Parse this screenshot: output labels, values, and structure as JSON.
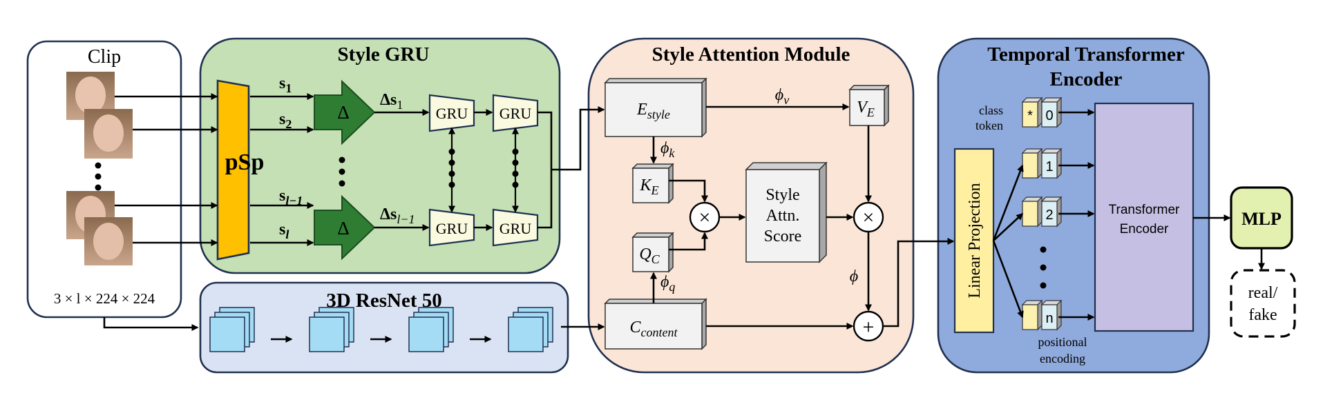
{
  "clip": {
    "title": "Clip",
    "dims": "3 × l × 224 × 224"
  },
  "style_gru": {
    "title": "Style GRU",
    "psp": "pSp",
    "s1": "s",
    "s1_sub": "1",
    "s2": "s",
    "s2_sub": "2",
    "sl1": "s",
    "sl1_sub": "l−1",
    "sl": "s",
    "sl_sub": "l",
    "delta": "Δ",
    "ds1": "Δs",
    "ds1_sub": "1",
    "dsl1": "Δs",
    "dsl1_sub": "l−1",
    "gru": "GRU"
  },
  "resnet": {
    "title": "3D ResNet 50"
  },
  "attention": {
    "title": "Style Attention Module",
    "e_style": "E",
    "e_style_sub": "style",
    "phi_v": "ϕ",
    "phi_v_sub": "v",
    "v_e": "V",
    "v_e_sub": "E",
    "phi_k": "ϕ",
    "phi_k_sub": "k",
    "k_e": "K",
    "k_e_sub": "E",
    "q_c": "Q",
    "q_c_sub": "C",
    "phi_q": "ϕ",
    "phi_q_sub": "q",
    "c_content": "C",
    "c_content_sub": "content",
    "score_line1": "Style",
    "score_line2": "Attn.",
    "score_line3": "Score",
    "phi": "ϕ",
    "times": "×",
    "plus": "+"
  },
  "transformer": {
    "title_line1": "Temporal Transformer",
    "title_line2": "Encoder",
    "class_token_line1": "class",
    "class_token_line2": "token",
    "star": "*",
    "pos": [
      "0",
      "1",
      "2",
      "n"
    ],
    "linear_projection": "Linear Projection",
    "encoder_line1": "Transformer",
    "encoder_line2": "Encoder",
    "positional_line1": "positional",
    "positional_line2": "encoding"
  },
  "mlp": "MLP",
  "output_line1": "real/",
  "output_line2": "fake",
  "colors": {
    "style_gru_bg": "#c5e0b4",
    "psp": "#ffc000",
    "delta": "#2e7d32",
    "gru": "#fafae1",
    "resnet_bg": "#dae3f3",
    "resnet_frame": "#a5dcf5",
    "attention_bg": "#fbe5d6",
    "transformer_bg": "#8faadc",
    "linear_proj": "#ffefa0",
    "transformer_enc": "#c5c0e3",
    "mlp": "#e2f0b0"
  }
}
